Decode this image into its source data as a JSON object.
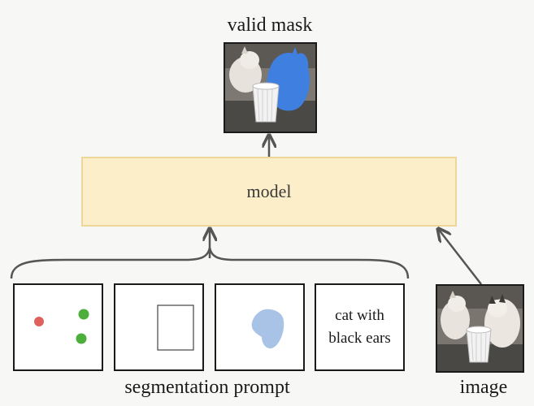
{
  "labels": {
    "valid_mask": "valid mask",
    "model": "model",
    "segmentation_prompt": "segmentation prompt",
    "image": "image",
    "text_prompt_line1": "cat with",
    "text_prompt_line2": "black ears"
  },
  "colors": {
    "model_fill": "#fbeec8",
    "model_border": "#ecd699",
    "point_red": "#e06060",
    "point_green": "#4caf3c",
    "mask_blue": "#a9c3e6",
    "arrow": "#555555"
  }
}
